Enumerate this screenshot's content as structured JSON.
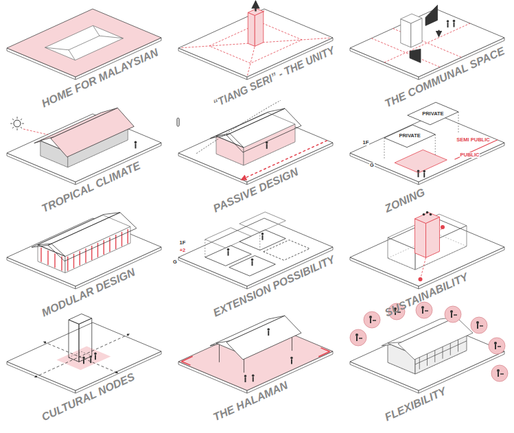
{
  "diagram": {
    "labels": [
      "HOME FOR MALAYSIAN",
      "“TIANG SERI” - THE UNITY",
      "THE COMMUNAL SPACE",
      "TROPICAL CLIMATE",
      "PASSIVE DESIGN",
      "ZONING",
      "MODULAR DESIGN",
      "EXTENSION POSSIBILITY",
      "SUSTAINABILITY",
      "CULTURAL NODES",
      "THE HALAMAN",
      "FLEXIBILITY",
      "1F",
      "G",
      "PRIVATE",
      "PRIVATE",
      "SEMI PUBLIC",
      "PUBLIC",
      "1F",
      "+2",
      "G"
    ]
  }
}
